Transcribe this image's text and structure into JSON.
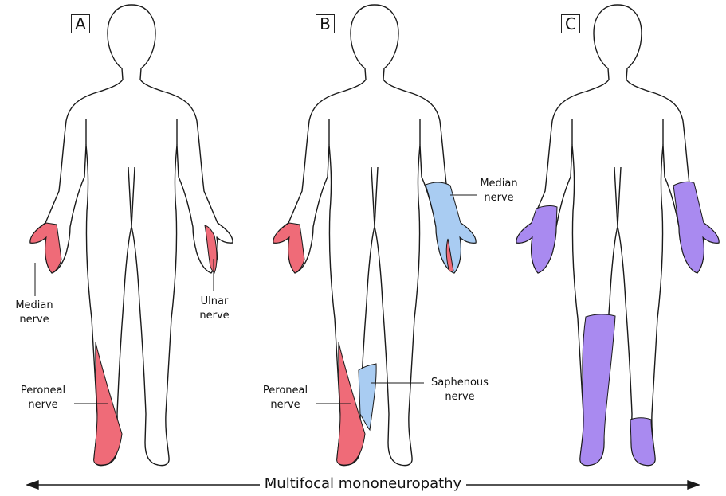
{
  "panels": [
    {
      "id": "A",
      "labels": {
        "median": "Median\nnerve",
        "ulnar": "Ulnar\nnerve",
        "peroneal": "Peroneal\nnerve"
      }
    },
    {
      "id": "B",
      "labels": {
        "median_arm": "Median\nnerve",
        "saphenous": "Saphenous\nnerve",
        "peroneal": "Peroneal\nnerve"
      }
    },
    {
      "id": "C"
    }
  ],
  "caption": "Multifocal mononeuropathy",
  "colors": {
    "outline": "#1a1a1a",
    "red": "#ef6b78",
    "blue": "#a9ccf2",
    "purple": "#a98af0"
  }
}
